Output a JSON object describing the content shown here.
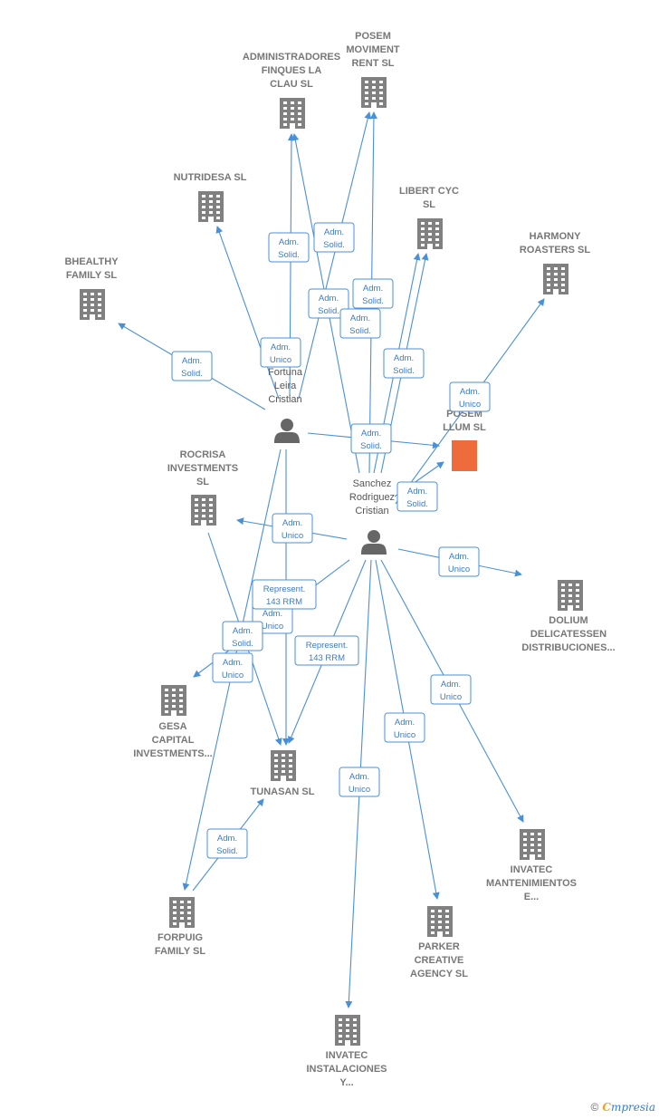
{
  "companies": [
    {
      "id": "adm_finques",
      "lines": [
        "ADMINISTRADORES",
        "FINQUES LA",
        "CLAU  SL"
      ],
      "focus": false
    },
    {
      "id": "posem_moviment",
      "lines": [
        "POSEM",
        "MOVIMENT",
        "RENT  SL"
      ],
      "focus": false
    },
    {
      "id": "nutridesa",
      "lines": [
        "NUTRIDESA  SL"
      ],
      "focus": false
    },
    {
      "id": "libert_cyc",
      "lines": [
        "LIBERT CYC",
        "SL"
      ],
      "focus": false
    },
    {
      "id": "harmony",
      "lines": [
        "HARMONY",
        "ROASTERS  SL"
      ],
      "focus": false
    },
    {
      "id": "bhealthy",
      "lines": [
        "BHEALTHY",
        "FAMILY  SL"
      ],
      "focus": false
    },
    {
      "id": "posem_llum",
      "lines": [
        "POSEM",
        "LLUM  SL"
      ],
      "focus": true
    },
    {
      "id": "rocrisa",
      "lines": [
        "ROCRISA",
        "INVESTMENTS",
        "SL"
      ],
      "focus": false
    },
    {
      "id": "dolium",
      "lines": [
        "DOLIUM",
        "DELICATESSEN",
        "DISTRIBUCIONES..."
      ],
      "focus": false
    },
    {
      "id": "gesa",
      "lines": [
        "GESA",
        "CAPITAL",
        "INVESTMENTS..."
      ],
      "focus": false
    },
    {
      "id": "tunasan",
      "lines": [
        "TUNASAN  SL"
      ],
      "focus": false
    },
    {
      "id": "invatec_mant",
      "lines": [
        "INVATEC",
        "MANTENIMIENTOS",
        "E..."
      ],
      "focus": false
    },
    {
      "id": "forpuig",
      "lines": [
        "FORPUIG",
        "FAMILY  SL"
      ],
      "focus": false
    },
    {
      "id": "parker",
      "lines": [
        "PARKER",
        "CREATIVE",
        "AGENCY  SL"
      ],
      "focus": false
    },
    {
      "id": "invatec_inst",
      "lines": [
        "INVATEC",
        "INSTALACIONES",
        "Y..."
      ],
      "focus": false
    }
  ],
  "persons": [
    {
      "id": "fortuna",
      "lines": [
        "Fortuna",
        "Leira",
        "Cristian"
      ]
    },
    {
      "id": "sanchez",
      "lines": [
        "Sanchez",
        "Rodriguez",
        "Cristian"
      ]
    }
  ],
  "edges": [
    {
      "from": "fortuna",
      "to": "bhealthy",
      "lines": [
        "Adm.",
        "Solid."
      ]
    },
    {
      "from": "fortuna",
      "to": "nutridesa",
      "lines": [
        "Adm.",
        "Unico"
      ]
    },
    {
      "from": "fortuna",
      "to": "adm_finques",
      "lines": [
        "Adm.",
        "Solid."
      ]
    },
    {
      "from": "fortuna",
      "to": "posem_moviment",
      "lines": [
        "Adm.",
        "Solid."
      ]
    },
    {
      "from": "fortuna",
      "to": "posem_llum",
      "lines": [
        "Adm.",
        "Solid."
      ]
    },
    {
      "from": "fortuna",
      "to": "tunasan",
      "lines": [
        "Adm.",
        "Unico"
      ]
    },
    {
      "from": "fortuna",
      "to": "forpuig",
      "lines": [
        "Adm.",
        "Unico"
      ]
    },
    {
      "from": "sanchez",
      "to": "adm_finques",
      "lines": [
        "Adm.",
        "Solid."
      ]
    },
    {
      "from": "sanchez",
      "to": "posem_moviment",
      "lines": [
        "Adm.",
        "Solid."
      ]
    },
    {
      "from": "sanchez",
      "to": "libert_cyc",
      "lines": [
        "Adm.",
        "Solid."
      ]
    },
    {
      "from": "sanchez",
      "to": "libert_cyc",
      "lines": [
        "Adm.",
        "Solid."
      ]
    },
    {
      "from": "sanchez",
      "to": "harmony",
      "lines": [
        "Adm.",
        "Unico"
      ]
    },
    {
      "from": "sanchez",
      "to": "posem_llum",
      "lines": [
        "Adm.",
        "Solid."
      ]
    },
    {
      "from": "sanchez",
      "to": "rocrisa",
      "lines": [
        "Adm.",
        "Unico"
      ]
    },
    {
      "from": "sanchez",
      "to": "dolium",
      "lines": [
        "Adm.",
        "Unico"
      ]
    },
    {
      "from": "sanchez",
      "to": "gesa",
      "lines": [
        "Represent.",
        "143 RRM"
      ]
    },
    {
      "from": "sanchez",
      "to": "tunasan",
      "lines": [
        "Represent.",
        "143 RRM"
      ]
    },
    {
      "from": "sanchez",
      "to": "invatec_mant",
      "lines": [
        "Adm.",
        "Unico"
      ]
    },
    {
      "from": "sanchez",
      "to": "parker",
      "lines": [
        "Adm.",
        "Unico"
      ]
    },
    {
      "from": "sanchez",
      "to": "invatec_inst",
      "lines": [
        "Adm.",
        "Unico"
      ]
    },
    {
      "from": "rocrisa",
      "to": "tunasan",
      "lines": [
        "Adm.",
        "Solid."
      ]
    },
    {
      "from": "forpuig",
      "to": "tunasan",
      "lines": [
        "Adm.",
        "Solid."
      ]
    }
  ],
  "footer": {
    "copyright": "©",
    "brand_initial": "C",
    "brand_rest": "mpresia"
  },
  "colors": {
    "edge": "#4a90d9",
    "node": "#808080",
    "focus": "#ee6b3c"
  }
}
